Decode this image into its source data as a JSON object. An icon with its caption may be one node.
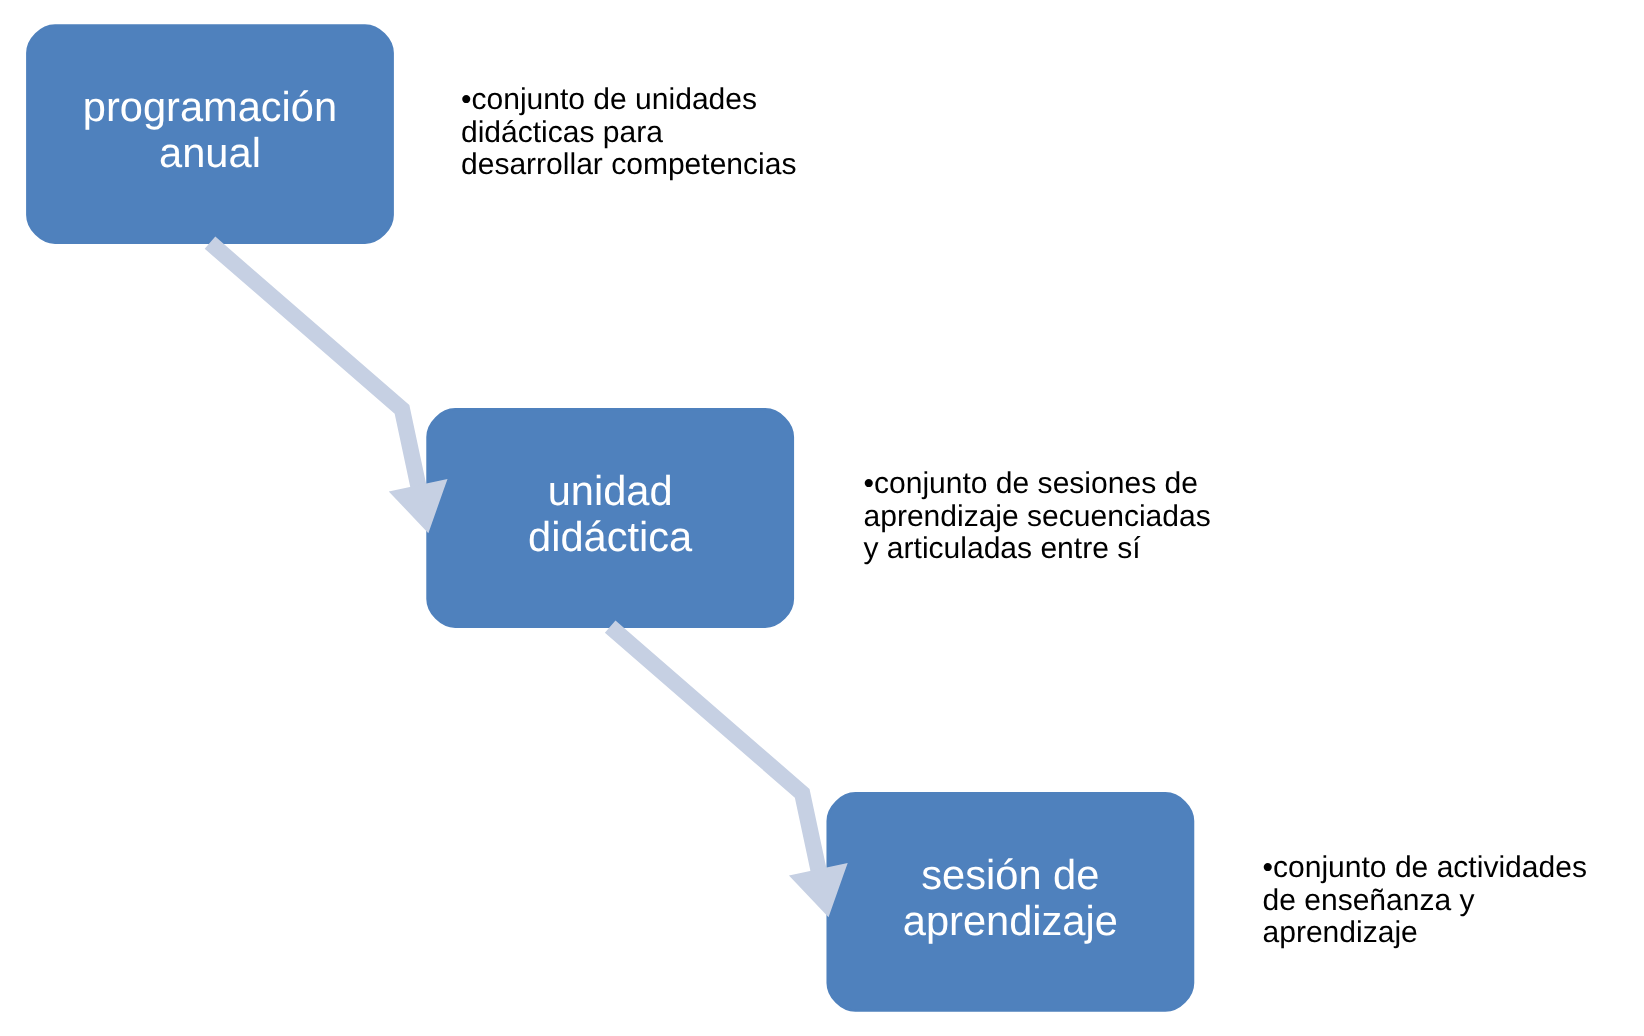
{
  "diagram": {
    "nodes": [
      {
        "text": [
          "programación anual"
        ],
        "beside": [
          "•conjunto de unidades didácticas para desarrollar competencias"
        ]
      },
      {
        "text": [
          "unidad didáctica"
        ],
        "beside": [
          "•conjunto de sesiones de aprendizaje secuenciadas y articuladas entre sí"
        ]
      },
      {
        "text": [
          "sesión de aprendizaje"
        ],
        "beside": [
          "•conjunto de actividades de enseñanza y aprendizaje"
        ]
      }
    ],
    "edges": [
      {
        "from": 0,
        "to": 1,
        "arrow": "to"
      },
      {
        "from": 1,
        "to": 2,
        "arrow": "to"
      }
    ]
  }
}
